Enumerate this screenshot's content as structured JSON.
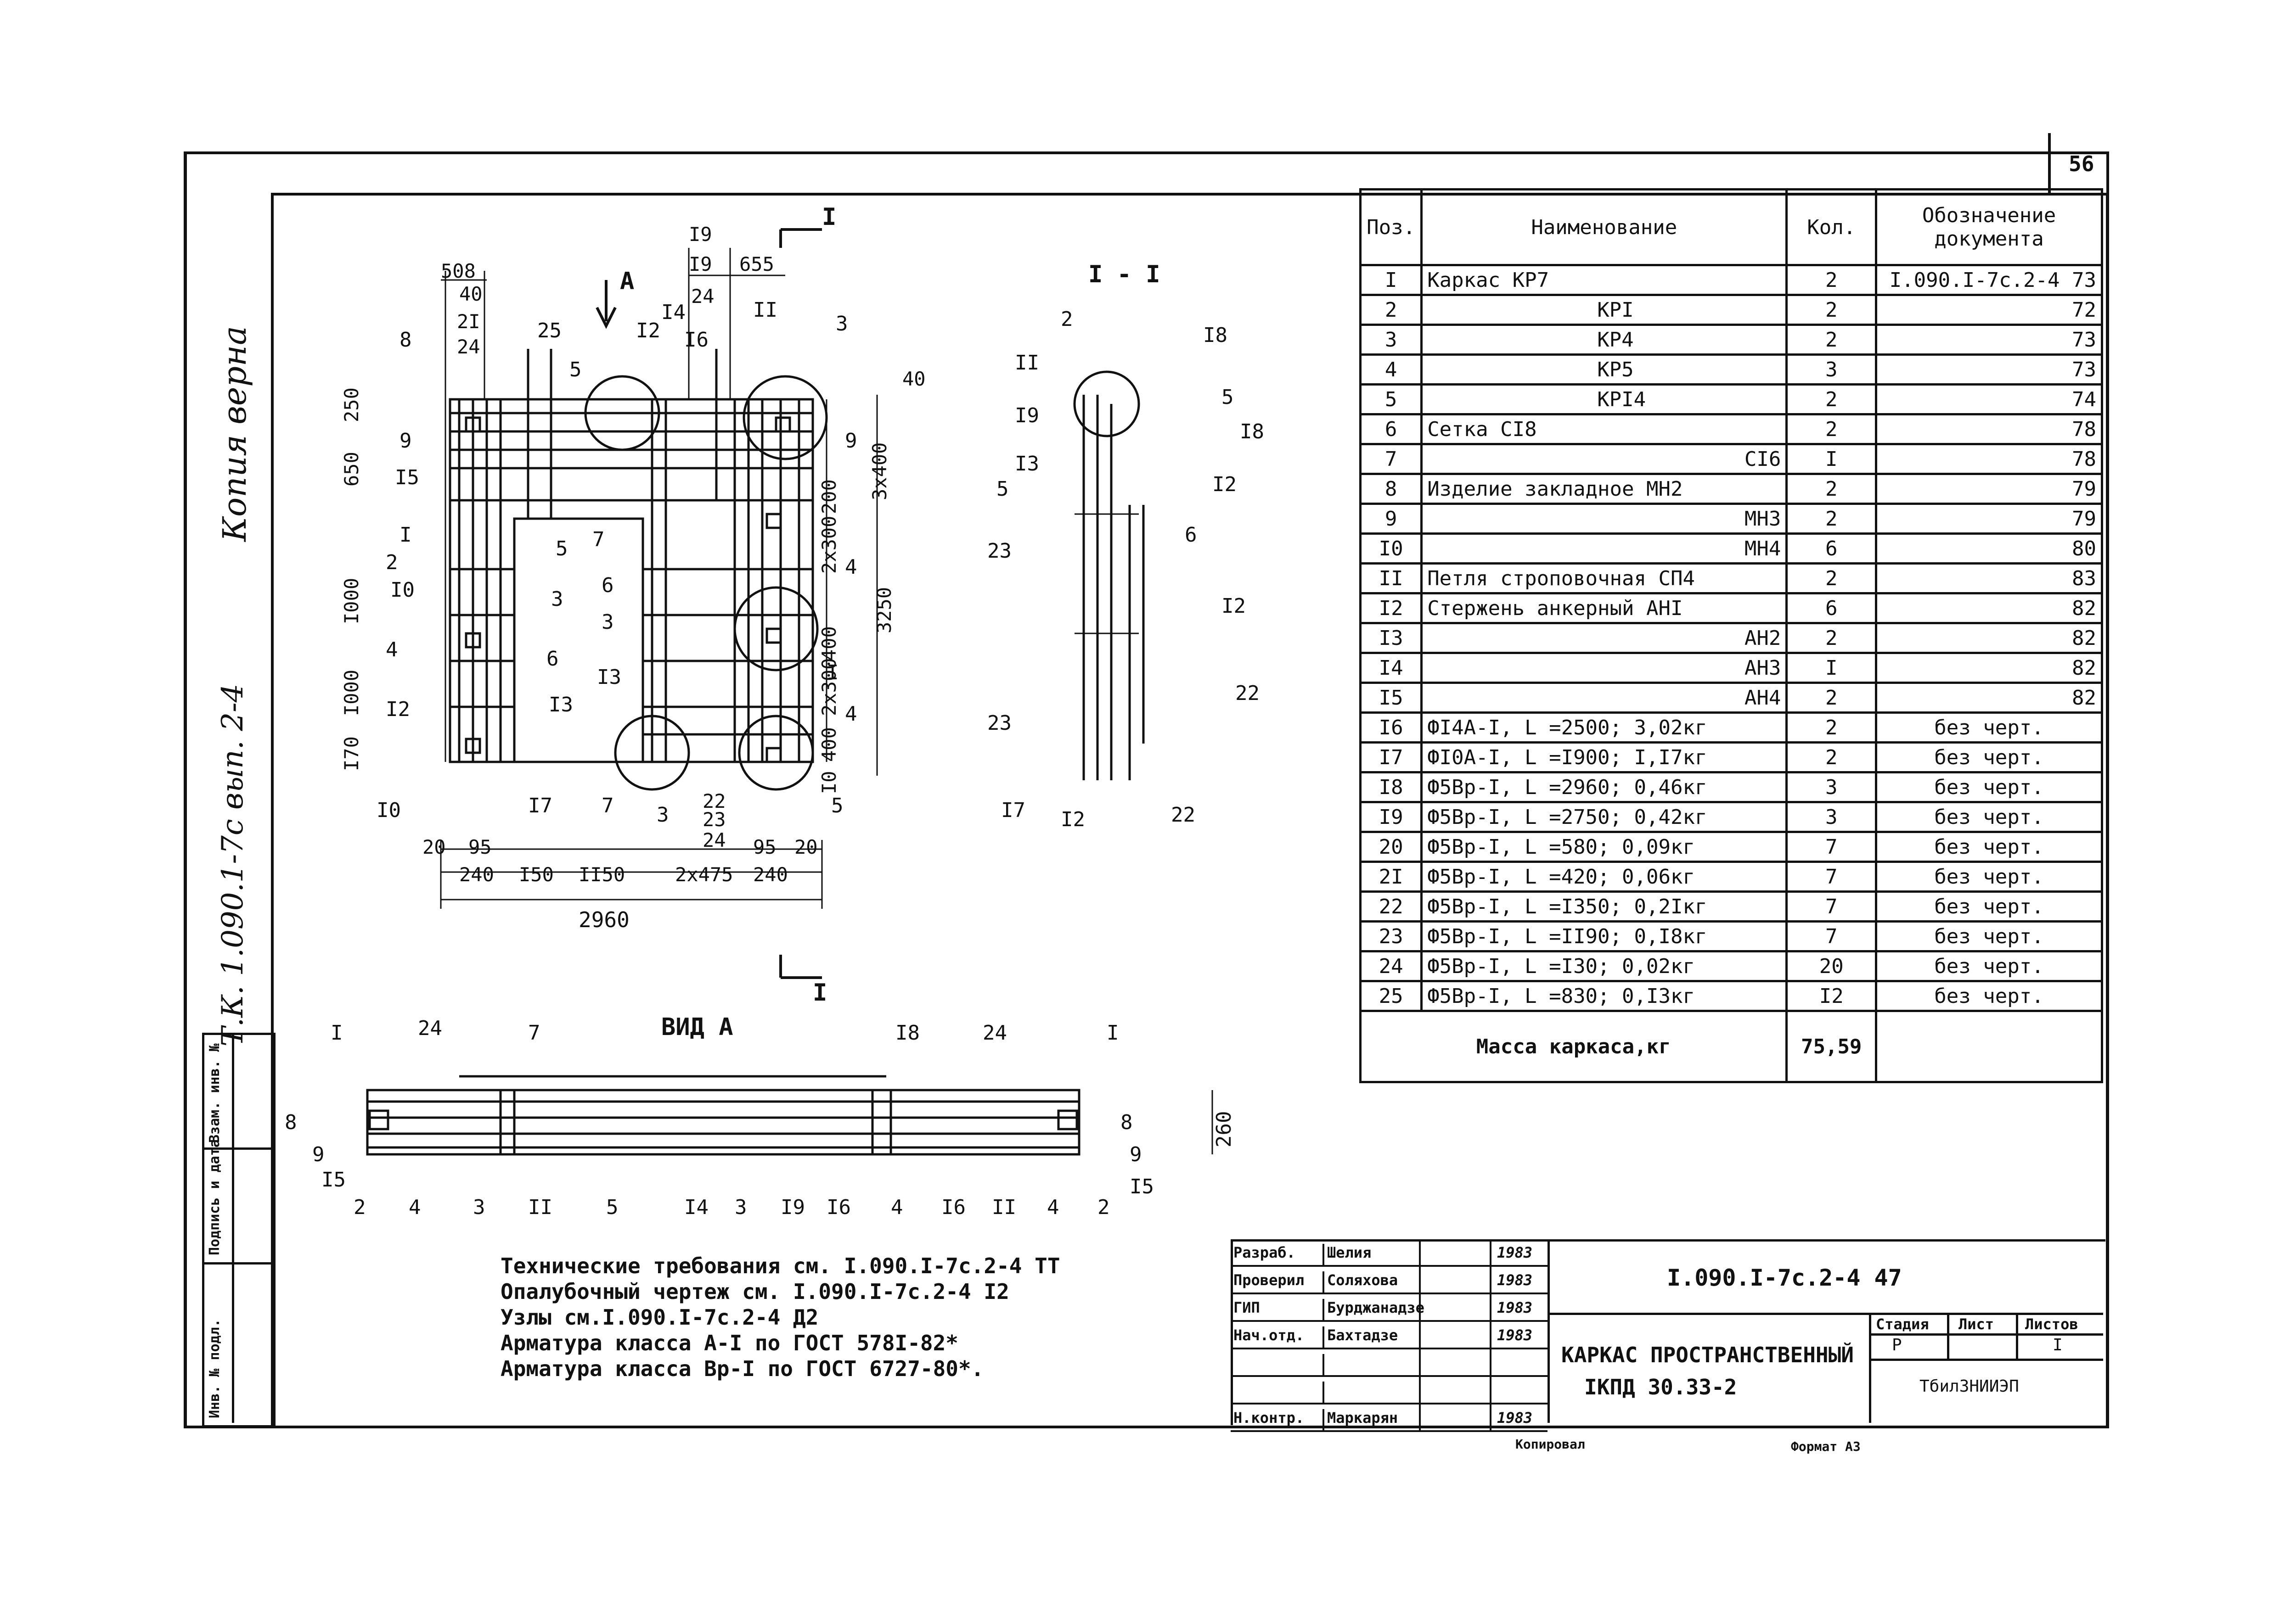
{
  "sheet": {
    "page_number": "56",
    "side_handwriting": "Т.К. 1.090.1-7с вып. 2-4",
    "side_handwriting_2": "Копия верна",
    "left_strip": [
      "Инв. № подл.",
      "Подпись и дата",
      "Взам. инв. №"
    ],
    "bottom_caption_left": "Копировал",
    "bottom_caption_right": "Формат А3"
  },
  "drawing": {
    "section_title": "I - I",
    "view_title": "ВИД А",
    "section_mark": "I",
    "view_mark": "А",
    "main_dims": {
      "top": [
        "508",
        "40",
        "2I",
        "24",
        "I9",
        "I9",
        "24",
        "655",
        "40"
      ],
      "left": [
        "250",
        "650",
        "I000",
        "I000",
        "I70"
      ],
      "right": [
        "3x400",
        "200",
        "2x300",
        "400",
        "2x300",
        "400",
        "I0",
        "3250"
      ],
      "bottom": [
        "20",
        "95",
        "240",
        "I50",
        "II50",
        "2x475",
        "240",
        "95",
        "20",
        "22",
        "23",
        "24"
      ],
      "total_width": "2960"
    },
    "main_labels": [
      "8",
      "9",
      "I5",
      "I",
      "2",
      "I0",
      "4",
      "I2",
      "I0",
      "25",
      "5",
      "I2",
      "I4",
      "I6",
      "II",
      "3",
      "9",
      "5",
      "7",
      "3",
      "6",
      "I3",
      "6",
      "3",
      "I3",
      "4",
      "I",
      "4",
      "5",
      "7",
      "3",
      "I7"
    ],
    "section_labels": [
      "2",
      "I8",
      "II",
      "5",
      "I9",
      "I8",
      "I3",
      "5",
      "I2",
      "6",
      "23",
      "I2",
      "22",
      "23",
      "22",
      "I7",
      "I2"
    ],
    "view_labels": [
      "I",
      "24",
      "7",
      "I8",
      "24",
      "I",
      "8",
      "9",
      "I5",
      "2",
      "4",
      "3",
      "II",
      "5",
      "I4",
      "3",
      "I9",
      "I6",
      "4",
      "I6",
      "II",
      "4",
      "2",
      "8",
      "9",
      "I5"
    ],
    "view_dim": "260"
  },
  "spec": {
    "headers": [
      "Поз.",
      "Наименование",
      "Кол.",
      "Обозначение документа"
    ],
    "rows": [
      {
        "pos": "I",
        "name": "Каркас КР7",
        "qty": "2",
        "doc": "I.090.I-7с.2-4 73"
      },
      {
        "pos": "2",
        "name": "КРI",
        "qty": "2",
        "doc": "72"
      },
      {
        "pos": "3",
        "name": "КР4",
        "qty": "2",
        "doc": "73"
      },
      {
        "pos": "4",
        "name": "КР5",
        "qty": "3",
        "doc": "73"
      },
      {
        "pos": "5",
        "name": "КРI4",
        "qty": "2",
        "doc": "74"
      },
      {
        "pos": "6",
        "name": "Сетка СI8",
        "qty": "2",
        "doc": "78"
      },
      {
        "pos": "7",
        "name": "СI6",
        "qty": "I",
        "doc": "78"
      },
      {
        "pos": "8",
        "name": "Изделие закладное МН2",
        "qty": "2",
        "doc": "79"
      },
      {
        "pos": "9",
        "name": "МН3",
        "qty": "2",
        "doc": "79"
      },
      {
        "pos": "I0",
        "name": "МН4",
        "qty": "6",
        "doc": "80"
      },
      {
        "pos": "II",
        "name": "Петля строповочная СП4",
        "qty": "2",
        "doc": "83"
      },
      {
        "pos": "I2",
        "name": "Стержень анкерный АНI",
        "qty": "6",
        "doc": "82"
      },
      {
        "pos": "I3",
        "name": "АН2",
        "qty": "2",
        "doc": "82"
      },
      {
        "pos": "I4",
        "name": "АН3",
        "qty": "I",
        "doc": "82"
      },
      {
        "pos": "I5",
        "name": "АН4",
        "qty": "2",
        "doc": "82"
      },
      {
        "pos": "I6",
        "name": "ФI4А-I, L =2500; 3,02кг",
        "qty": "2",
        "doc": "без черт."
      },
      {
        "pos": "I7",
        "name": "ФI0А-I, L =I900; I,I7кг",
        "qty": "2",
        "doc": "без черт."
      },
      {
        "pos": "I8",
        "name": "Ф5Вр-I, L =2960; 0,46кг",
        "qty": "3",
        "doc": "без черт."
      },
      {
        "pos": "I9",
        "name": "Ф5Вр-I, L =2750; 0,42кг",
        "qty": "3",
        "doc": "без черт."
      },
      {
        "pos": "20",
        "name": "Ф5Вр-I, L =580; 0,09кг",
        "qty": "7",
        "doc": "без черт."
      },
      {
        "pos": "2I",
        "name": "Ф5Вр-I, L =420; 0,06кг",
        "qty": "7",
        "doc": "без черт."
      },
      {
        "pos": "22",
        "name": "Ф5Вр-I, L =I350; 0,2Iкг",
        "qty": "7",
        "doc": "без черт."
      },
      {
        "pos": "23",
        "name": "Ф5Вр-I, L =II90; 0,I8кг",
        "qty": "7",
        "doc": "без черт."
      },
      {
        "pos": "24",
        "name": "Ф5Вр-I, L =I30; 0,02кг",
        "qty": "20",
        "doc": "без черт."
      },
      {
        "pos": "25",
        "name": "Ф5Вр-I, L =830; 0,I3кг",
        "qty": "I2",
        "doc": "без черт."
      }
    ],
    "mass_label": "Масса каркаса,кг",
    "mass_value": "75,59"
  },
  "notes": [
    "Технические требования см. I.090.I-7с.2-4 ТТ",
    "Опалубочный чертеж см. I.090.I-7с.2-4 I2",
    "Узлы см.I.090.I-7с.2-4 Д2",
    "Арматура класса А-I по ГОСТ 578I-82*",
    "Арматура класса Вр-I по ГОСТ 6727-80*."
  ],
  "title_block": {
    "doc_code": "I.090.I-7с.2-4 47",
    "title_line1": "КАРКАС ПРОСТРАНСТВЕННЫЙ",
    "title_line2": "IКПД 30.33-2",
    "stage_label": "Стадия",
    "sheet_label": "Лист",
    "sheets_label": "Листов",
    "stage_value": "Р",
    "sheets_value": "I",
    "org": "ТбилЗНИИЭП",
    "roles": [
      {
        "role": "Разраб.",
        "name": "Шелия",
        "date": "1983"
      },
      {
        "role": "Проверил",
        "name": "Соляхова",
        "date": "1983"
      },
      {
        "role": "ГИП",
        "name": "Бурджанадзе",
        "date": "1983"
      },
      {
        "role": "Нач.отд.",
        "name": "Бахтадзе",
        "date": "1983"
      },
      {
        "role": "",
        "name": "",
        "date": ""
      },
      {
        "role": "",
        "name": "",
        "date": ""
      },
      {
        "role": "Н.контр.",
        "name": "Маркарян",
        "date": "1983"
      }
    ]
  }
}
